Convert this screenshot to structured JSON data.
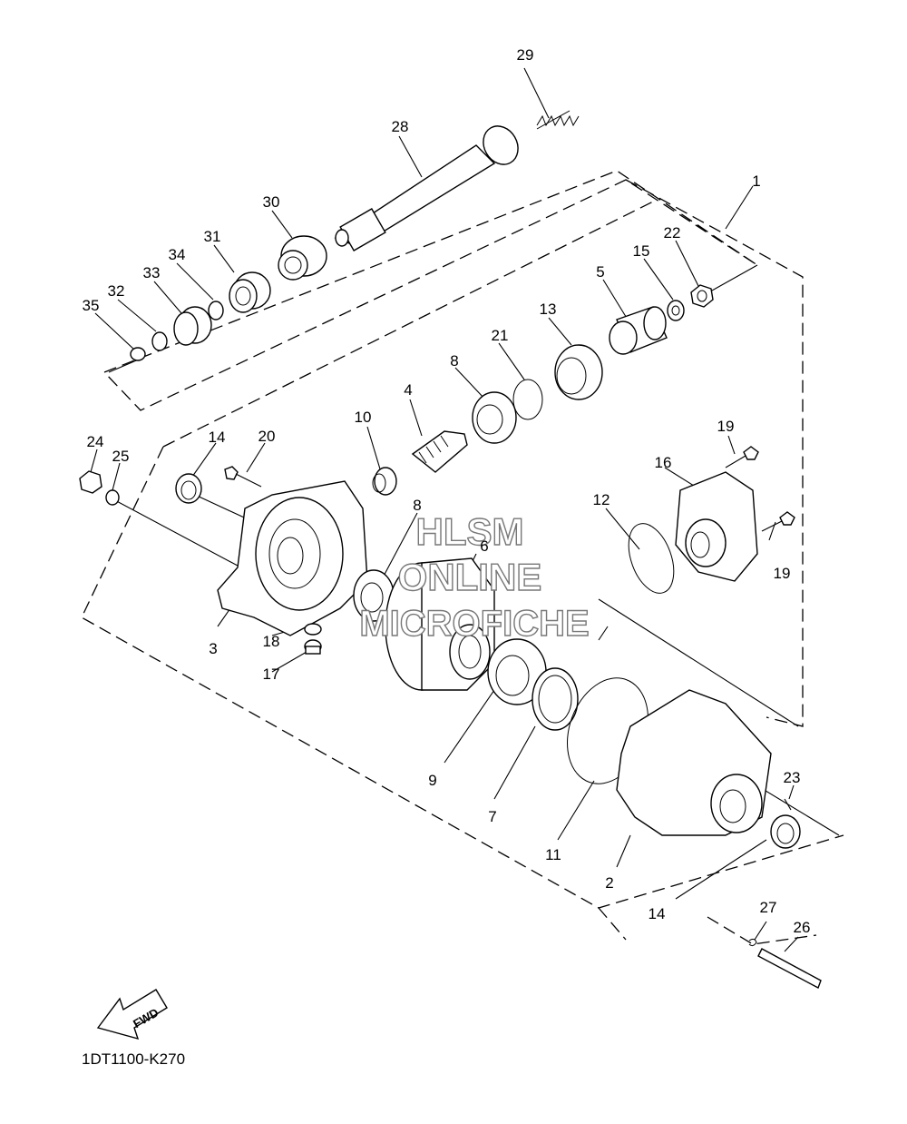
{
  "diagram": {
    "callouts": [
      "1",
      "2",
      "3",
      "4",
      "5",
      "6",
      "7",
      "8",
      "8",
      "9",
      "10",
      "11",
      "12",
      "13",
      "14",
      "14",
      "15",
      "16",
      "17",
      "18",
      "19",
      "19",
      "20",
      "21",
      "22",
      "23",
      "24",
      "25",
      "26",
      "27",
      "28",
      "29",
      "30",
      "31",
      "32",
      "33",
      "34",
      "35"
    ],
    "fwd_label": "FWD",
    "diagram_code": "1DT1100-K270",
    "watermark": [
      "HLSM",
      "ONLINE",
      "MICROFICHE"
    ]
  }
}
